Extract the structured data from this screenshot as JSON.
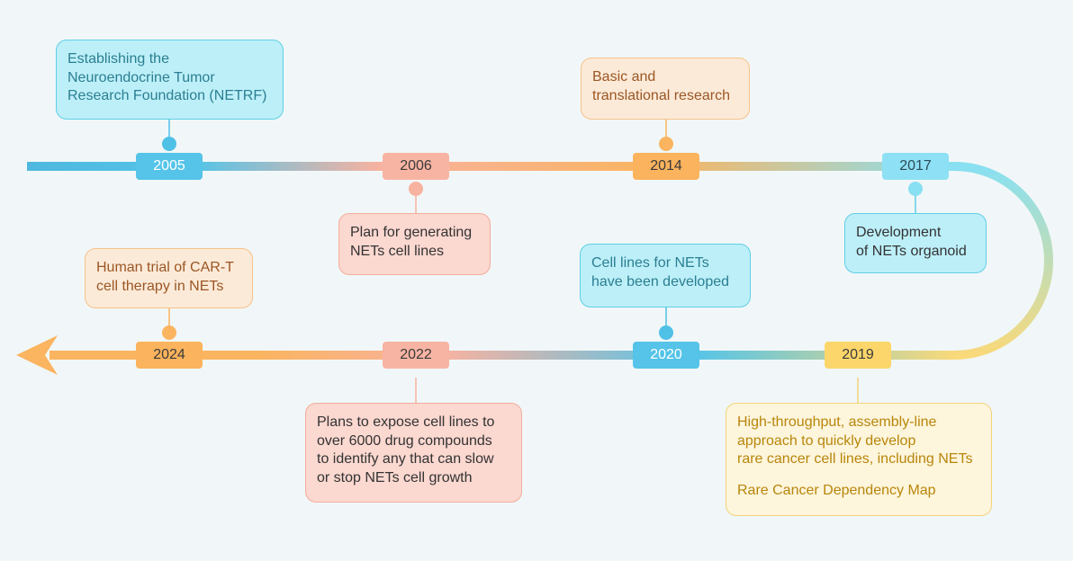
{
  "timeline": {
    "events": [
      {
        "year": "2005",
        "lines": [
          "Establishing the",
          "Neuroendocrine Tumor",
          "Research Foundation (NETRF)"
        ]
      },
      {
        "year": "2006",
        "lines": [
          "Plan for generating",
          "NETs cell lines"
        ]
      },
      {
        "year": "2014",
        "lines": [
          "Basic and",
          "translational research"
        ]
      },
      {
        "year": "2017",
        "lines": [
          "Development",
          "of NETs organoid"
        ]
      },
      {
        "year": "2019",
        "lines": [
          "High-throughput, assembly-line",
          "approach to quickly develop",
          "rare cancer cell lines, including NETs"
        ],
        "extra": "Rare Cancer Dependency Map"
      },
      {
        "year": "2020",
        "lines": [
          "Cell lines for NETs",
          "have been developed"
        ]
      },
      {
        "year": "2022",
        "lines": [
          "Plans to expose cell lines to",
          "over 6000 drug compounds",
          "to identify any that can slow",
          "or stop NETs cell growth"
        ]
      },
      {
        "year": "2024",
        "lines": [
          "Human trial of CAR-T",
          "cell therapy in NETs"
        ]
      }
    ]
  },
  "colors": {
    "cyan": "#4fc0e6",
    "salmon": "#f8b2a0",
    "orange": "#fbb45f",
    "yellow": "#f9d97a",
    "lightcyan": "#88e0f2"
  }
}
